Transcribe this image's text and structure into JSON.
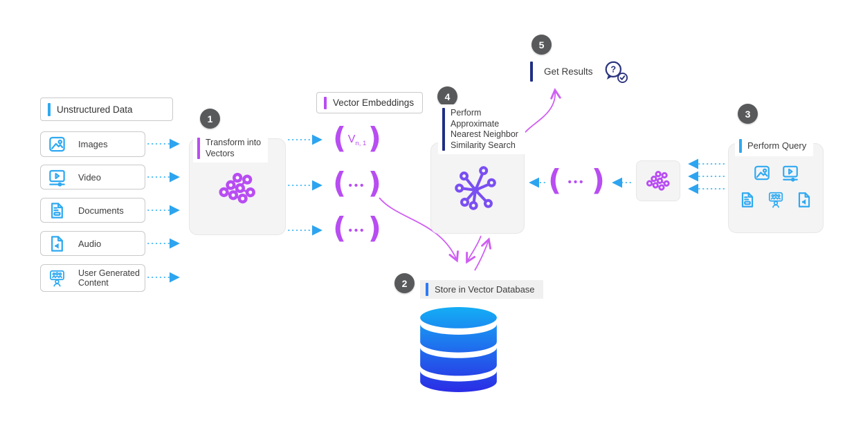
{
  "palette": {
    "accent_blue": "#2fa9f1",
    "royal_blue": "#2e7bf6",
    "navy": "#202f85",
    "purple": "#b84df2",
    "violet": "#7a4ff2",
    "arrow_magenta": "#cf5ef3",
    "arrow_blue_dotted": "#4cbbf5",
    "step_circle_gray": "#58595b",
    "database_gradient_top": "#14aef5",
    "database_gradient_bottom": "#2b2be5"
  },
  "icons": {
    "transform": "vector-transform-network-icon",
    "similarity": "similarity-search-star-icon",
    "database": "database-cylinder-icon",
    "results": "question-answered-icon"
  },
  "unstructured": {
    "title": "Unstructured Data",
    "items": [
      {
        "label": "Images",
        "icon": "image-icon"
      },
      {
        "label": "Video",
        "icon": "video-icon"
      },
      {
        "label": "Documents",
        "icon": "document-icon"
      },
      {
        "label": "Audio",
        "icon": "audio-icon"
      },
      {
        "label": "User Generated Content",
        "icon": "user-generated-content-icon"
      }
    ]
  },
  "embeddings": {
    "title": "Vector Embeddings",
    "open_bracket": "(",
    "close_bracket": ")",
    "vector_label": "V",
    "vector_subscript": "n, 1",
    "ellipsis": "•••"
  },
  "steps": {
    "one": {
      "number": "1",
      "lines": [
        "Transform into",
        "Vectors"
      ]
    },
    "two": {
      "number": "2",
      "label": "Store in Vector Database"
    },
    "three": {
      "number": "3",
      "label": "Perform Query"
    },
    "four": {
      "number": "4",
      "lines": [
        "Perform",
        "Approximate",
        "Nearest Neighbor",
        "Similarity Search"
      ]
    },
    "five": {
      "number": "5",
      "label": "Get Results"
    }
  }
}
